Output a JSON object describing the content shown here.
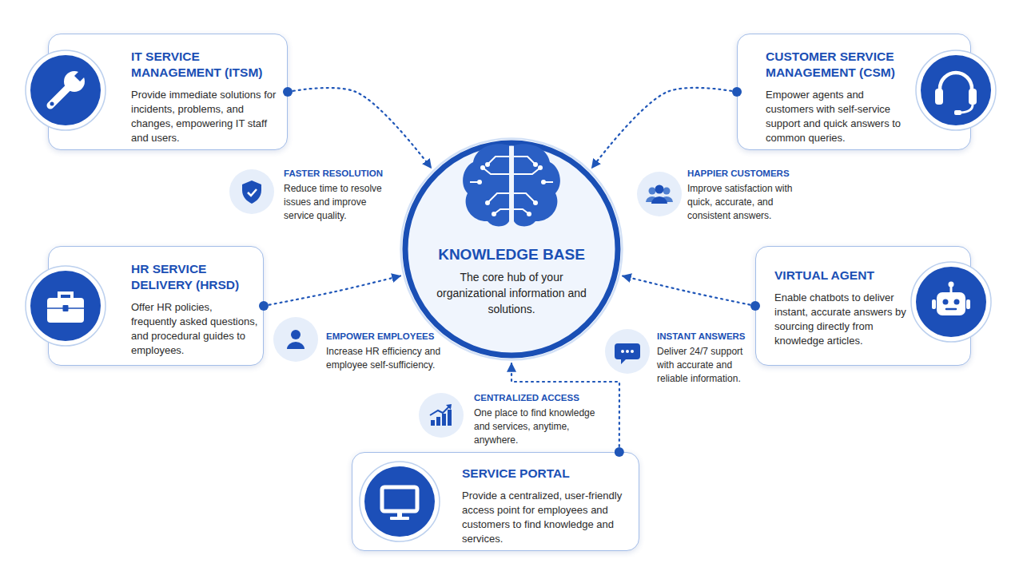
{
  "diagram": {
    "nodes": [
      {
        "text": [
          "IT SERVICE MANAGEMENT (ITSM)",
          "Provide immediate solutions for incidents, problems, and changes, empowering IT staff and users."
        ]
      },
      {
        "text": [
          "CUSTOMER SERVICE MANAGEMENT (CSM)",
          "Empower agents and customers with self-service support and quick answers to common queries."
        ]
      },
      {
        "text": [
          "KNOWLEDGE BASE",
          "The core hub of your organizational information and solutions."
        ]
      },
      {
        "text": [
          "HR SERVICE DELIVERY (HRSD)",
          "Offer HR policies, frequently asked questions, and procedural guides to employees."
        ]
      },
      {
        "text": [
          "VIRTUAL AGENT",
          "Enable chatbots to deliver instant, accurate answers by sourcing directly from knowledge articles."
        ]
      },
      {
        "text": [
          "SERVICE PORTAL",
          "Provide a centralized, user-friendly access point for employees and customers to find knowledge and services."
        ]
      }
    ],
    "edges": [
      {
        "from": 0,
        "to": 2,
        "arrow": "to"
      },
      {
        "from": 1,
        "to": 2,
        "arrow": "to"
      },
      {
        "from": 3,
        "to": 2,
        "arrow": "to"
      },
      {
        "from": 4,
        "to": 2,
        "arrow": "to"
      },
      {
        "from": 5,
        "to": 2,
        "arrow": "to"
      }
    ],
    "labels": [
      "FASTER RESOLUTION",
      "Reduce time to resolve issues and improve service quality.",
      "HAPPIER CUSTOMERS",
      "Improve satisfaction with quick, accurate, and consistent answers.",
      "EMPOWER EMPLOYEES",
      "Increase HR efficiency and employee self-sufficiency.",
      "INSTANT ANSWERS",
      "Deliver 24/7 support with accurate and reliable information.",
      "CENTRALIZED ACCESS",
      "One place to find knowledge and services, anytime, anywhere."
    ]
  }
}
